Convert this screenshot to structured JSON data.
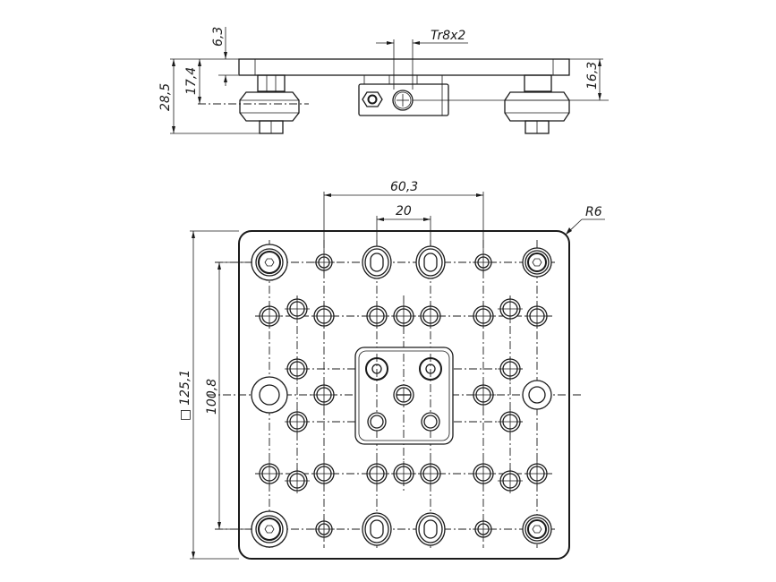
{
  "drawing": {
    "line_color": "#1a1a1a",
    "background": "#ffffff",
    "side_view": {
      "dimensions": {
        "plate_thickness": "6,3",
        "plate_to_wheel_axis": "17,4",
        "total_height": "28,5",
        "right_height": "16,3",
        "thread": "Tr8x2"
      }
    },
    "top_view": {
      "dimensions": {
        "outer_hole_spacing": "60,3",
        "inner_hole_spacing": "20",
        "corner_radius": "R6",
        "plate_size": "125,1",
        "plate_size_symbol": "□",
        "wheel_spacing": "100,8"
      }
    }
  }
}
